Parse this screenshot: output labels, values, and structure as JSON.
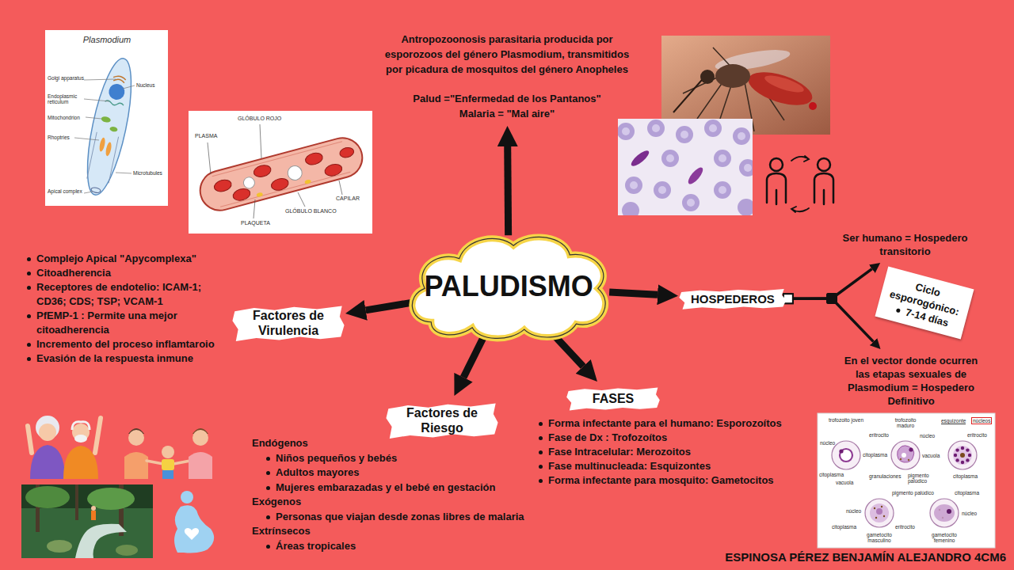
{
  "diagram": {
    "nodes": [
      {
        "text": [
          "Antropozoonosis parasitaria producida por esporozoos del género Plasmodium, transmitidos por picadura de mosquitos del género Anopheles",
          "Palud =\"Enfermedad de los Pantanos\"",
          "Malaria = \"Mal aire\""
        ]
      },
      {
        "text": [
          "Ser humano = Hospedero transitorio"
        ]
      },
      {
        "text": [
          "Complejo Apical \"Apycomplexa\"",
          "Citoadherencia",
          "Receptores de endotelio: ICAM-1; CD36; CDS; TSP; VCAM-1",
          "PfEMP-1 : Permite una mejor citoadherencia",
          "Incremento del proceso inflamtaroio",
          "Evasión de la respuesta inmune"
        ]
      },
      {
        "text": [
          "Ciclo esporogónico:",
          "7-14 días"
        ]
      },
      {
        "text": [
          "PALUDISMO"
        ]
      },
      {
        "text": [
          "HOSPEDEROS"
        ]
      },
      {
        "text": [
          "Factores de Virulencia"
        ]
      },
      {
        "text": [
          "En el vector donde ocurren las etapas sexuales de Plasmodium = Hospedero Definitivo"
        ]
      },
      {
        "text": [
          "FASES"
        ]
      },
      {
        "text": [
          "Factores de Riesgo"
        ]
      },
      {
        "text": [
          "Forma infectante para el humano: Esporozoítos",
          "Fase de Dx : Trofozoítos",
          "Fase Intracelular: Merozoitos",
          "Fase multinucleada: Esquizontes",
          "Forma infectante para mosquito: Gametocitos"
        ]
      },
      {
        "text": [
          "Endógenos",
          "Niños pequeños y bebés",
          "Adultos mayores",
          "Mujeres embarazadas y el bebé en gestación",
          "Exógenos",
          "Personas que viajan desde zonas libres de malaria",
          "Extrínsecos",
          "Áreas tropicales"
        ]
      }
    ],
    "edges": [
      {
        "from": 4,
        "to": 0,
        "arrow": "to"
      },
      {
        "from": 4,
        "to": 6,
        "arrow": "to"
      },
      {
        "from": 4,
        "to": 9,
        "arrow": "to"
      },
      {
        "from": 4,
        "to": 8,
        "arrow": "to"
      },
      {
        "from": 4,
        "to": 5,
        "arrow": "to"
      },
      {
        "from": 5,
        "to": 1,
        "arrow": "to"
      },
      {
        "from": 5,
        "to": 7,
        "arrow": "to"
      }
    ],
    "labels": [
      "Plasmodium",
      "Golgi apparatus",
      "Nucleus",
      "Endoplasmic reticulum",
      "Mitochondrion",
      "Rhoptries",
      "Microtubules",
      "Apical complex",
      "GLÓBULO ROJO",
      "PLASMA",
      "CAPILAR",
      "GLÓBULO BLANCO",
      "PLAQUETA",
      "trofozoito joven",
      "trofozoito maduro",
      "esquizonte",
      "núcleos",
      "núcleo",
      "eritrocito",
      "núcleo",
      "eritrocito",
      "citoplasma",
      "vacuola",
      "citoplasma",
      "vacuola",
      "granulaciones",
      "pigmento palúdico",
      "citoplasma",
      "pigmento palúdico",
      "citoplasma",
      "núcleo",
      "núcleo",
      "citoplasma",
      "eritrocito",
      "gametocito masculino",
      "gametocito femenino",
      "ESPINOSA PÉREZ BENJAMÍN ALEJANDRO 4CM6"
    ]
  }
}
